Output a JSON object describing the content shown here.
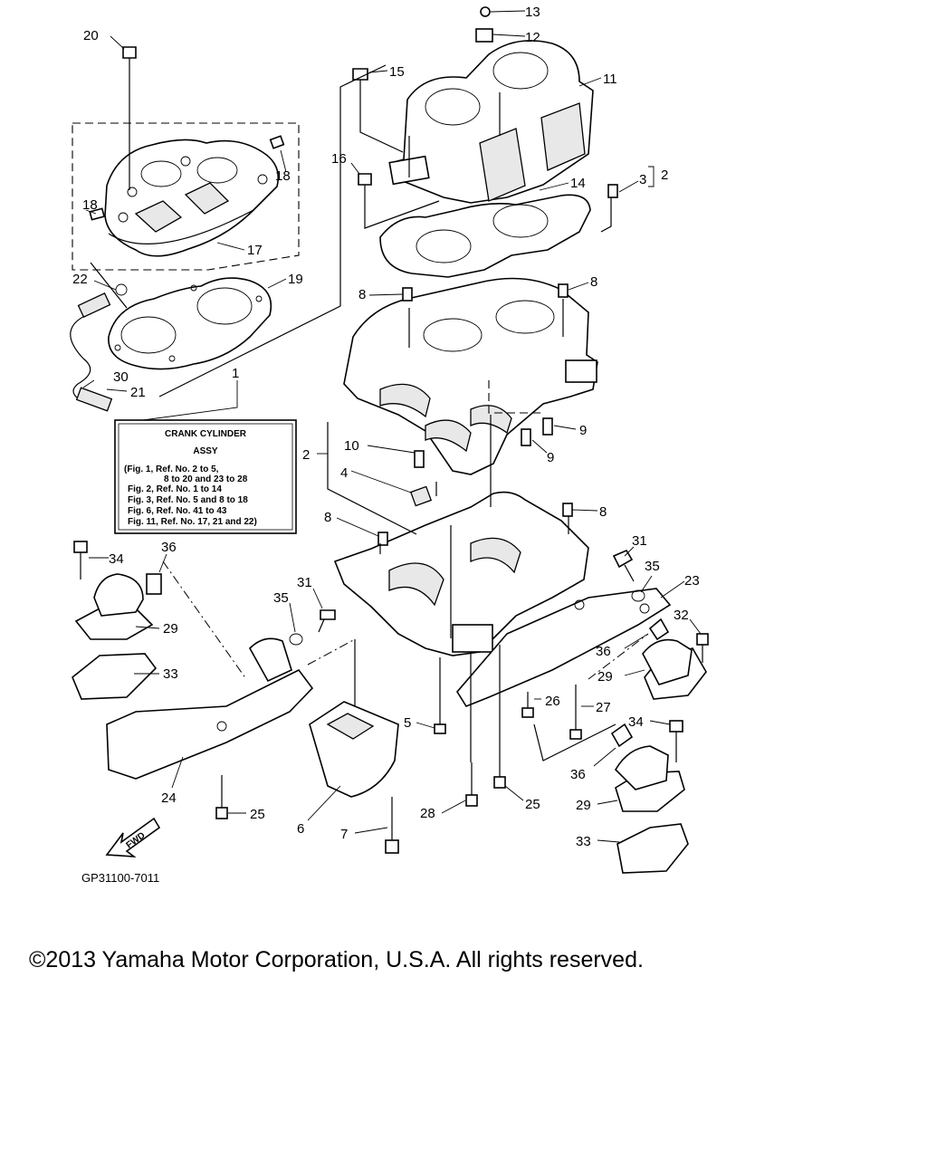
{
  "diagram": {
    "part_numbers": [
      "1",
      "2",
      "3",
      "4",
      "5",
      "6",
      "7",
      "8",
      "9",
      "10",
      "11",
      "12",
      "13",
      "14",
      "15",
      "16",
      "17",
      "18",
      "19",
      "20",
      "21",
      "22",
      "23",
      "24",
      "25",
      "26",
      "27",
      "28",
      "29",
      "30",
      "31",
      "32",
      "33",
      "34",
      "35",
      "36"
    ],
    "label_box": {
      "title_line1": "CRANK CYLINDER",
      "title_line2": "ASSY",
      "lines": [
        "(Fig. 1, Ref. No. 2 to 5,",
        "8 to 20 and 23 to 28",
        "Fig. 2, Ref. No. 1 to 14",
        "Fig. 3, Ref. No. 5 and 8 to 18",
        "Fig. 6, Ref. No. 41 to 43",
        "Fig. 11, Ref. No. 17, 21 and 22)"
      ]
    },
    "fwd_label": "FWD",
    "drawing_code": "GP31100-7011"
  },
  "footer": {
    "copyright": "©2013 Yamaha Motor Corporation, U.S.A. All rights reserved."
  }
}
